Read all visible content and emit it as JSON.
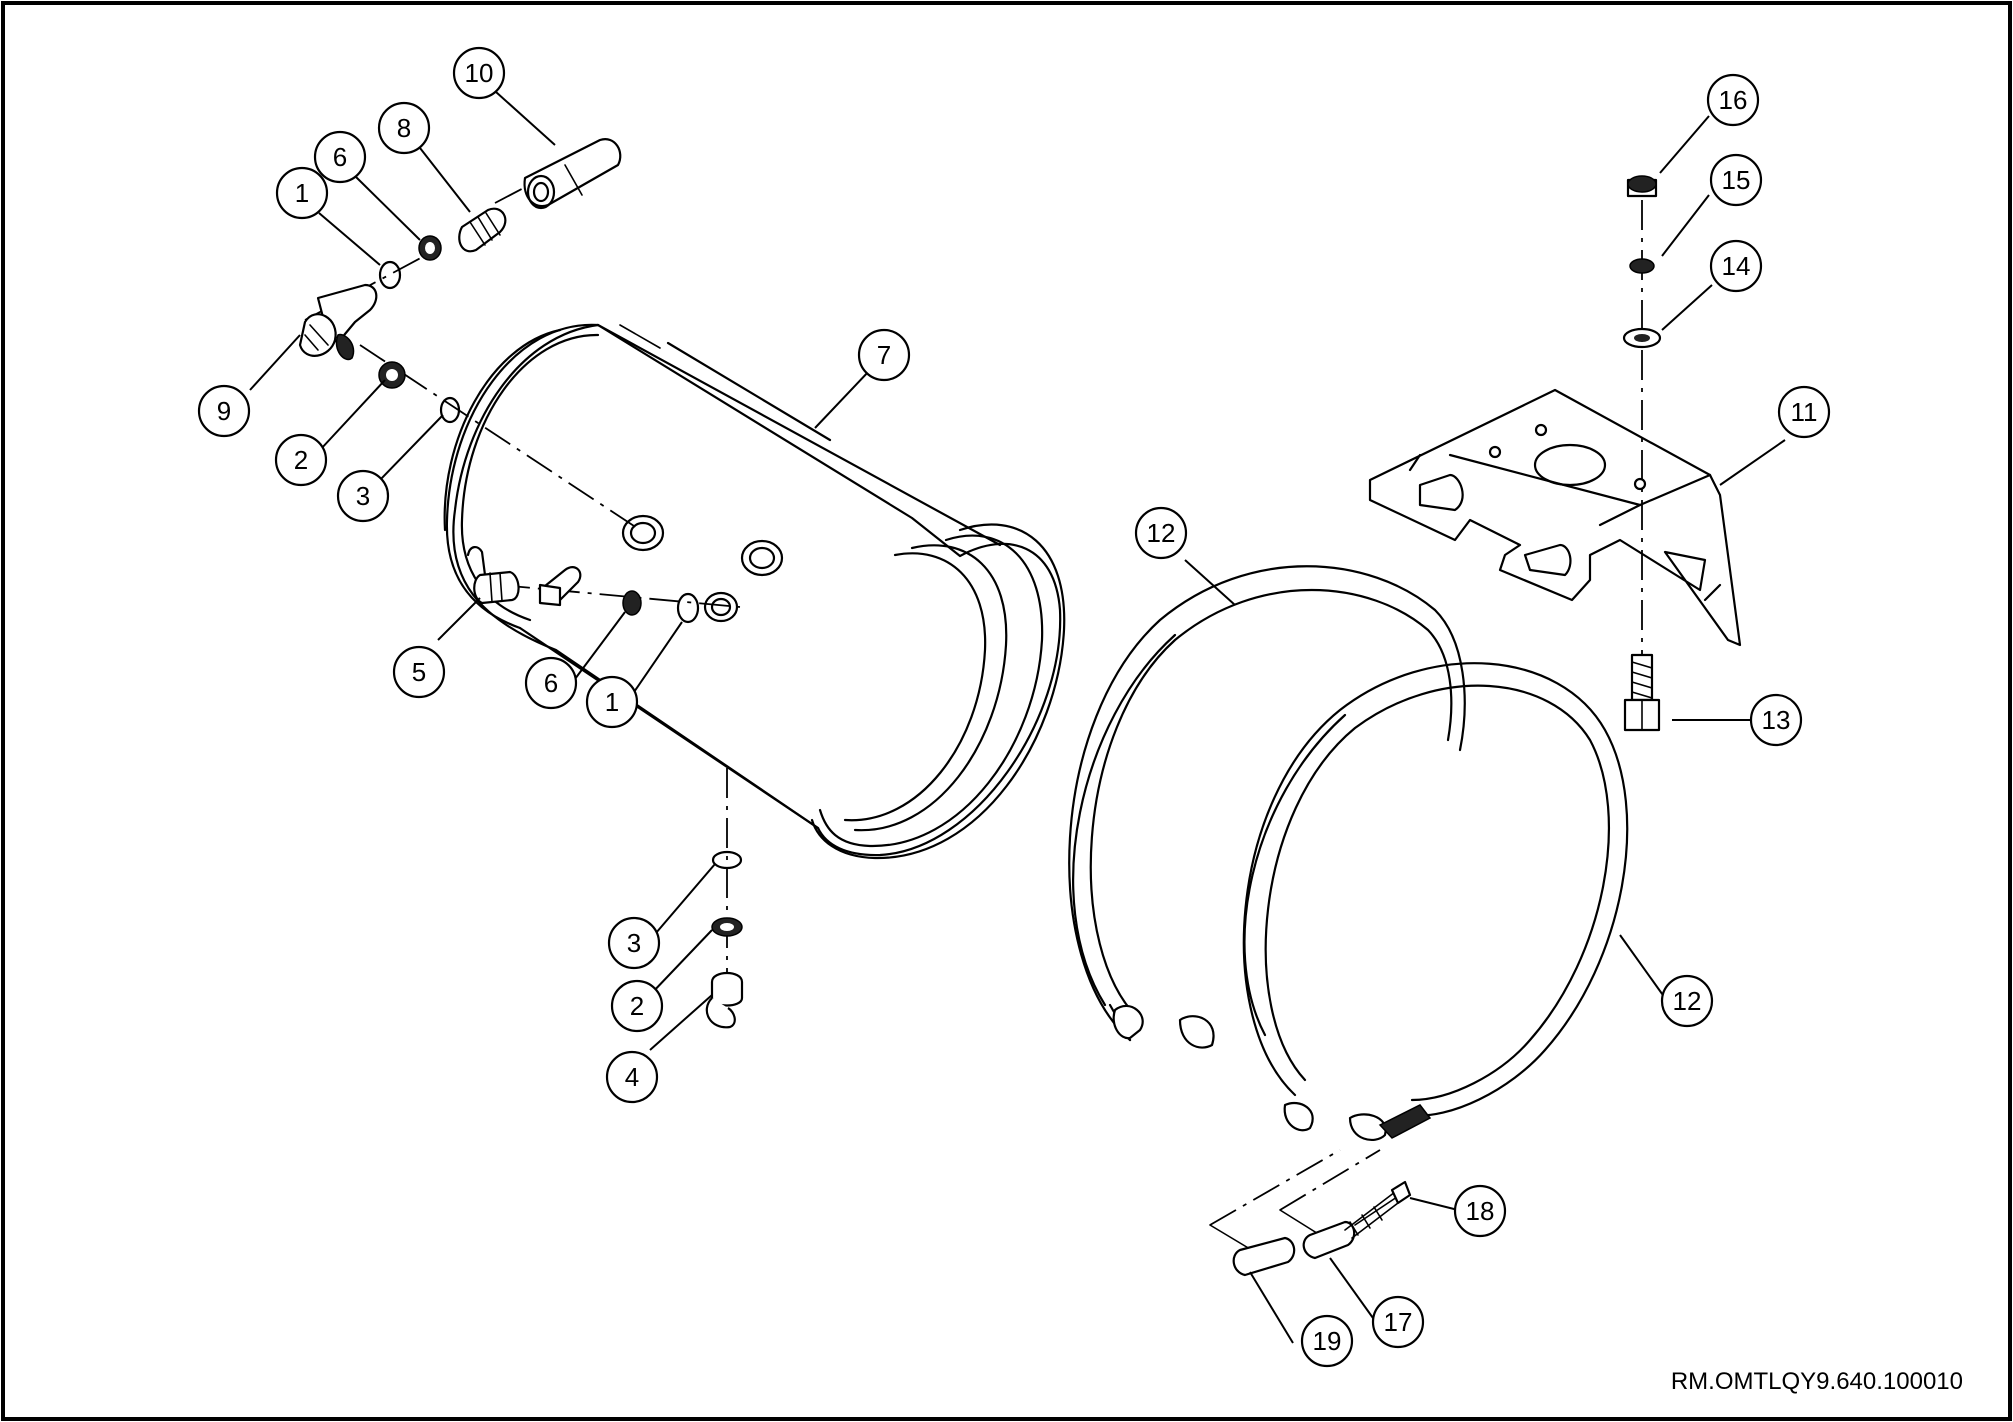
{
  "drawing_code": "RM.OMTLQY9.640.100010",
  "callouts": [
    "1",
    "6",
    "8",
    "10",
    "9",
    "2",
    "3",
    "7",
    "5",
    "6",
    "1",
    "3",
    "2",
    "4",
    "12",
    "12",
    "16",
    "15",
    "14",
    "11",
    "13",
    "18",
    "17",
    "19"
  ]
}
